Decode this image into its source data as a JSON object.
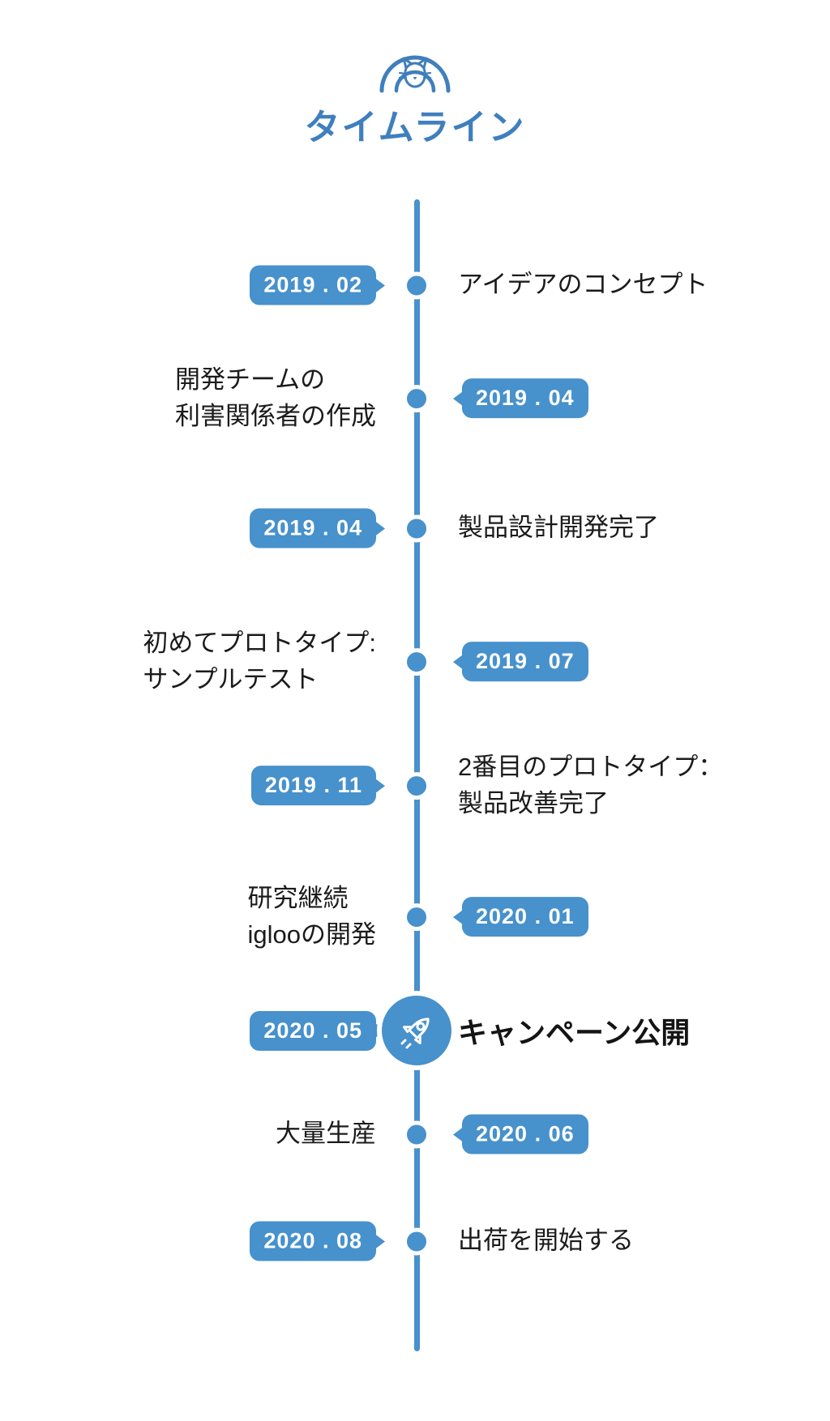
{
  "title": "タイムライン",
  "accent_color": "#4791cc",
  "title_color": "#3f7fbd",
  "events": [
    {
      "date": "2019 . 02",
      "badge_side": "left",
      "label_lines": [
        "アイデアのコンセプト"
      ]
    },
    {
      "date": "2019 . 04",
      "badge_side": "right",
      "label_lines": [
        "開発チームの",
        "利害関係者の作成"
      ]
    },
    {
      "date": "2019 . 04",
      "badge_side": "left",
      "label_lines": [
        "製品設計開発完了"
      ]
    },
    {
      "date": "2019 . 07",
      "badge_side": "right",
      "label_lines": [
        "初めてプロトタイプ:",
        "サンプルテスト"
      ]
    },
    {
      "date": "2019 . 11",
      "badge_side": "left",
      "label_lines": [
        "2番目のプロトタイプ：",
        "製品改善完了"
      ]
    },
    {
      "date": "2020 . 01",
      "badge_side": "right",
      "label_lines": [
        "研究継続",
        "iglooの開発"
      ]
    },
    {
      "date": "2020 . 05",
      "badge_side": "left",
      "label_lines": [
        "キャンペーン公開"
      ],
      "milestone": true,
      "icon": "rocket-icon"
    },
    {
      "date": "2020 . 06",
      "badge_side": "right",
      "label_lines": [
        "大量生産"
      ]
    },
    {
      "date": "2020 . 08",
      "badge_side": "left",
      "label_lines": [
        "出荷を開始する"
      ]
    }
  ]
}
